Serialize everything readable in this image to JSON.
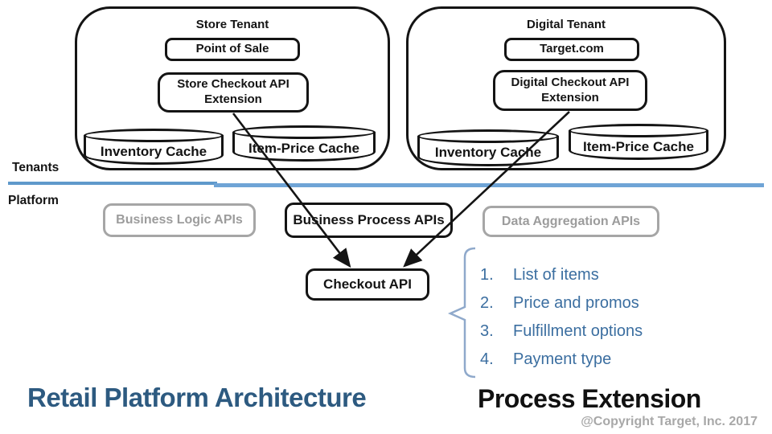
{
  "labels": {
    "tenants": "Tenants",
    "platform": "Platform"
  },
  "tenants": {
    "store": {
      "title": "Store Tenant",
      "app": "Point of Sale",
      "extension": "Store Checkout API Extension",
      "caches": [
        "Inventory Cache",
        "Item-Price Cache"
      ]
    },
    "digital": {
      "title": "Digital Tenant",
      "app": "Target.com",
      "extension": "Digital Checkout API Extension",
      "caches": [
        "Inventory Cache",
        "Item-Price Cache"
      ]
    }
  },
  "platform": {
    "business_logic": "Business Logic APIs",
    "business_process": "Business Process APIs",
    "data_aggregation": "Data Aggregation APIs",
    "checkout": "Checkout API"
  },
  "process_steps": [
    {
      "num": "1.",
      "text": "List of items"
    },
    {
      "num": "2.",
      "text": "Price and promos"
    },
    {
      "num": "3.",
      "text": "Fulfillment options"
    },
    {
      "num": "4.",
      "text": "Payment type"
    }
  ],
  "footer": {
    "left_title": "Retail Platform Architecture",
    "right_title": "Process Extension",
    "copyright": "@Copyright Target, Inc. 2017"
  },
  "colors": {
    "divider_blue": "#6fa4d6",
    "divider_blue_dark": "#5f99cb",
    "list_blue": "#3b6ea0",
    "left_title_blue": "#2d5a80",
    "bracket_blue": "#8fa9cb",
    "gray_box": "#a6a6a6",
    "shape_black": "#141414"
  }
}
